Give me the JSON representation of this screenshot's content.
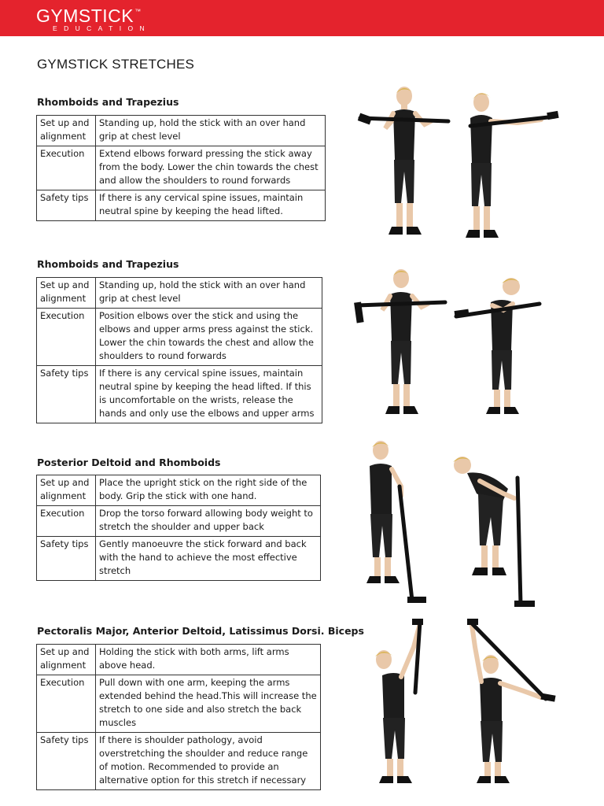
{
  "header": {
    "brand": "GYMSTICK",
    "trademark": "™",
    "subbrand": "EDUCATION",
    "color": "#e4232d"
  },
  "page_title": "GYMSTICK STRETCHES",
  "sections": [
    {
      "title": "Rhomboids and Trapezius",
      "rows": [
        {
          "label": "Set up and alignment",
          "text": "Standing up, hold the stick with an over hand grip at chest level"
        },
        {
          "label": "Execution",
          "text": "Extend elbows forward pressing the stick away from the body. Lower the chin towards the chest and allow the shoulders to round forwards"
        },
        {
          "label": "Safety tips",
          "text": "If there is any cervical spine issues, maintain neutral spine by keeping the head lifted."
        }
      ]
    },
    {
      "title": "Rhomboids and Trapezius",
      "rows": [
        {
          "label": "Set up and alignment",
          "text": "Standing up, hold the stick with an over hand grip at chest level"
        },
        {
          "label": "Execution",
          "text": "Position elbows over the stick and using the elbows and upper arms press against the stick. Lower the chin towards the chest and allow the shoulders to round forwards"
        },
        {
          "label": "Safety tips",
          "text": "If there is any cervical spine issues, maintain neutral spine by keeping the head lifted. If this is uncomfortable on the wrists, release the hands and only use the elbows and upper arms"
        }
      ]
    },
    {
      "title": "Posterior Deltoid and Rhomboids",
      "rows": [
        {
          "label": "Set up and alignment",
          "text": "Place the upright stick on the right side of the body. Grip the stick with one hand."
        },
        {
          "label": "Execution",
          "text": "Drop the torso forward allowing body weight to stretch the shoulder and upper back"
        },
        {
          "label": "Safety tips",
          "text": "Gently manoeuvre the stick forward and back with the hand to achieve the most effective stretch"
        }
      ]
    },
    {
      "title": "Pectoralis Major, Anterior Deltoid, Latissimus Dorsi. Biceps",
      "rows": [
        {
          "label": "Set up and alignment",
          "text": "Holding the stick with both arms, lift arms above head."
        },
        {
          "label": "Execution",
          "text": "Pull down with one arm, keeping the arms extended behind the head.This will increase the stretch to one side and also stretch the back muscles"
        },
        {
          "label": "Safety tips",
          "text": "If there is shoulder pathology, avoid overstretching the shoulder and reduce range of motion. Recommended to provide an alternative option for this stretch if necessary"
        }
      ]
    }
  ],
  "figures": [
    {
      "depicts": "woman-standing-stick-chest-level-icon"
    },
    {
      "depicts": "woman-elbows-forward-stick-extended-icon"
    },
    {
      "depicts": "woman-standing-stick-chest-level-icon"
    },
    {
      "depicts": "woman-elbows-over-stick-icon"
    },
    {
      "depicts": "woman-upright-stick-side-icon"
    },
    {
      "depicts": "woman-bent-forward-upright-stick-icon"
    },
    {
      "depicts": "woman-stick-overhead-icon"
    },
    {
      "depicts": "woman-stick-overhead-pull-down-icon"
    }
  ]
}
